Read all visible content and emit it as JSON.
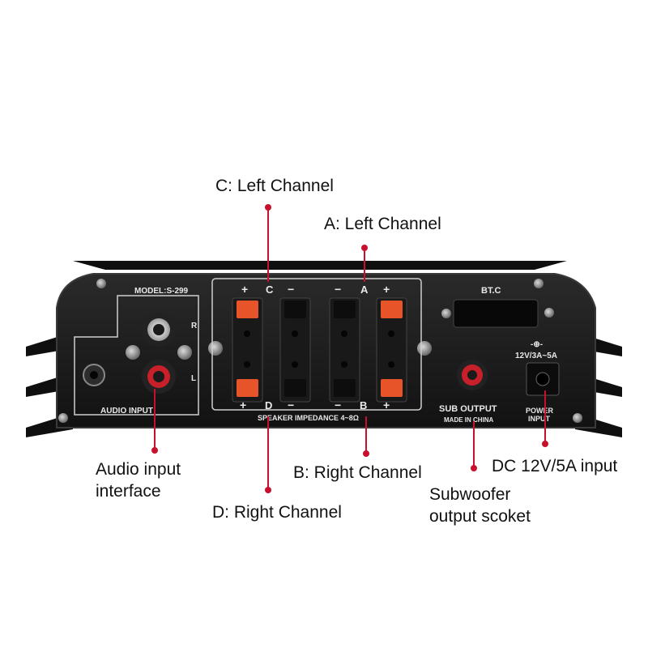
{
  "panel": {
    "model_label": "MODEL:S-299",
    "input_r": "R",
    "input_l": "L",
    "audio_input_label": "AUDIO INPUT",
    "speaker_top_c": "C",
    "speaker_top_a": "A",
    "speaker_bottom_d": "D",
    "speaker_bottom_b": "B",
    "plus": "+",
    "minus": "−",
    "impedance_label": "SPEAKER IMPEDANCE 4~8Ω",
    "bt_label": "BT.C",
    "sub_output_label": "SUB OUTPUT",
    "made_in_label": "MADE IN CHINA",
    "power_rating": "12V/3A~5A",
    "power_symbol": "-⊕-",
    "power_input_line1": "POWER",
    "power_input_line2": "INPUT"
  },
  "callouts": {
    "c_left": "C: Left  Channel",
    "a_left": "A: Left  Channel",
    "b_right": "B: Right Channel",
    "d_right": "D: Right Channel",
    "audio_line1": "Audio input",
    "audio_line2": "interface",
    "dc_input": "DC 12V/5A input",
    "sub_line1": "Subwoofer",
    "sub_line2": "output scoket"
  },
  "colors": {
    "chassis": "#1c1c1c",
    "fins": "#111111",
    "terminal_red": "#e8542a",
    "leader_red": "#c8102e",
    "panel_text": "#e8e8e8"
  }
}
